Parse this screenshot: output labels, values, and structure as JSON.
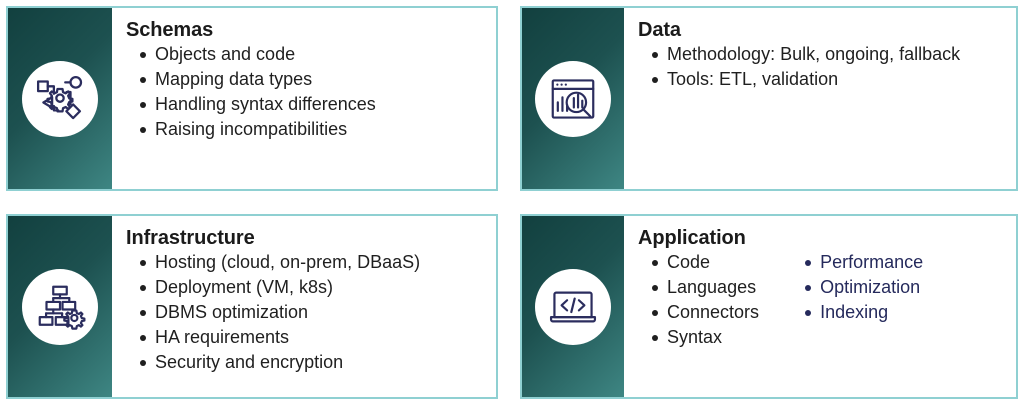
{
  "theme": {
    "panel_gradient_from": "#12403f",
    "panel_gradient_to": "#3e8683",
    "card_border": "#8fd0d2",
    "icon_stroke": "#2b2d5e",
    "text_primary": "#1f1f1f",
    "text_accent": "#252a5c",
    "card_background": "#ffffff"
  },
  "cards": [
    {
      "id": "schemas",
      "title": "Schemas",
      "icon": "schema-workflow-gear-icon",
      "bullets": [
        "Objects and code",
        "Mapping data types",
        "Handling syntax differences",
        "Raising incompatibilities"
      ],
      "bullets_secondary": []
    },
    {
      "id": "data",
      "title": "Data",
      "icon": "data-analytics-window-icon",
      "bullets": [
        "Methodology: Bulk, ongoing, fallback",
        "Tools: ETL, validation"
      ],
      "bullets_secondary": []
    },
    {
      "id": "infrastructure",
      "title": "Infrastructure",
      "icon": "hierarchy-gear-icon",
      "bullets": [
        "Hosting (cloud, on-prem, DBaaS)",
        "Deployment (VM, k8s)",
        "DBMS optimization",
        "HA requirements",
        "Security and encryption"
      ],
      "bullets_secondary": []
    },
    {
      "id": "application",
      "title": "Application",
      "icon": "laptop-code-icon",
      "bullets": [
        "Code",
        "Languages",
        "Connectors",
        "Syntax"
      ],
      "bullets_secondary": [
        "Performance",
        "Optimization",
        "Indexing"
      ]
    }
  ]
}
